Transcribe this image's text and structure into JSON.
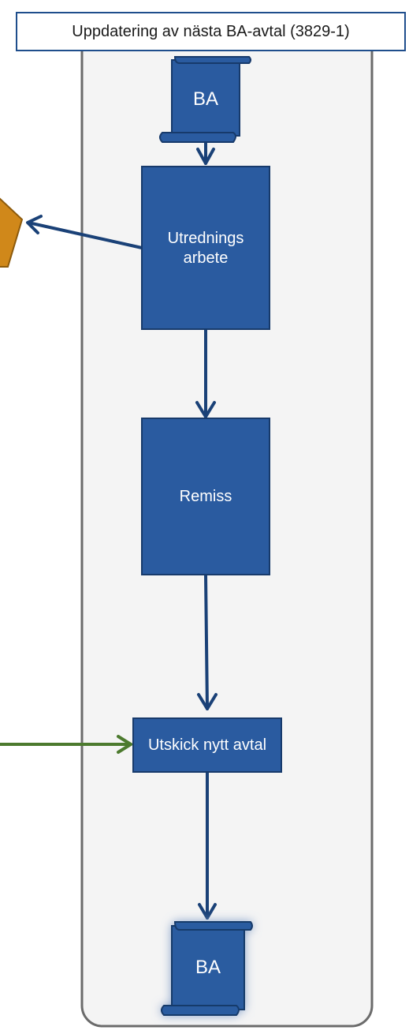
{
  "diagram": {
    "title": "Uppdatering av nästa BA-avtal (3829-1)",
    "start_document": "BA",
    "steps": [
      "Utrednings arbete",
      "Remiss",
      "Utskick nytt avtal"
    ],
    "end_document": "BA"
  },
  "colors": {
    "lane_fill": "#f4f4f4",
    "lane_border": "#6b6b6b",
    "box_fill": "#2a5ba0",
    "box_border": "#173a6b",
    "flow_arrow": "#1a4177",
    "incoming_arrow": "#4c7a2e",
    "external_shape": "#d0881a"
  }
}
